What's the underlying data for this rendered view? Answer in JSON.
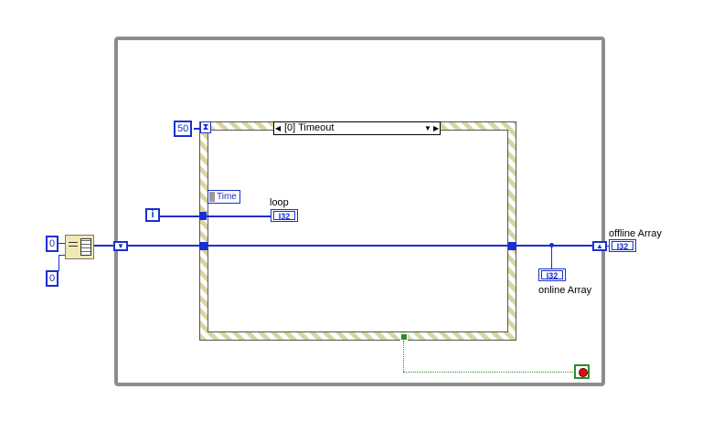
{
  "while_loop": {
    "stop_button": "stop-button"
  },
  "event_structure": {
    "case_label": "[0] Timeout",
    "timeout_value": "50",
    "time_node_label": "Time"
  },
  "iteration_terminal": "i",
  "loop_indicator": {
    "label": "loop",
    "type": "I32"
  },
  "init_array": {
    "element_const": "0",
    "size_const": "0"
  },
  "online_indicator": {
    "label": "online Array",
    "type": "I32"
  },
  "offline_indicator": {
    "label": "offline Array",
    "type": "I32"
  },
  "colors": {
    "wire_i32": "#1a2fd0",
    "loop_frame": "#8c8c8c",
    "event_frame": "#d8d6a0",
    "bool_wire": "#2e8b2e"
  }
}
